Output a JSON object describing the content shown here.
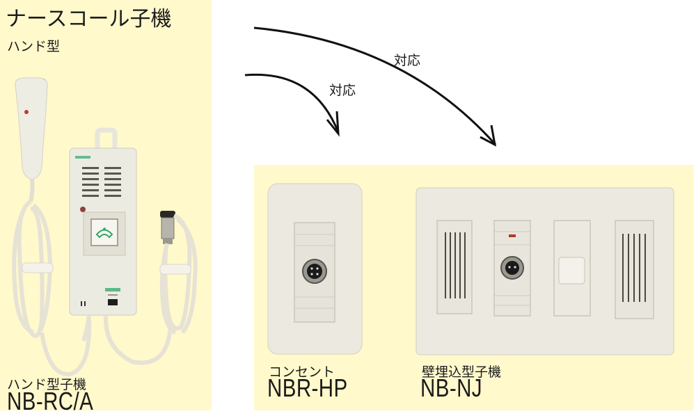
{
  "heading": {
    "title": "ナースコール子機",
    "subtitle": "ハンド型"
  },
  "arrows": [
    {
      "label": "対応",
      "target": "NBR-HP"
    },
    {
      "label": "対応",
      "target": "NB-NJ"
    }
  ],
  "products": [
    {
      "type_label": "ハンド型子機",
      "model": "NB-RC/A",
      "image": "hand-held nurse call handset with push button and cable"
    },
    {
      "type_label": "コンセント",
      "model": "NBR-HP",
      "image": "wall outlet plate with round 4-pin connector"
    },
    {
      "type_label": "壁埋込型子機",
      "model": "NB-NJ",
      "image": "wall-embedded unit with speaker grilles, connector, LED and button"
    }
  ],
  "colors": {
    "panel_bg": "#fff9cc",
    "device_body": "#ecebe2",
    "accent_green": "#2fa66a",
    "led_red": "#c0392b"
  }
}
